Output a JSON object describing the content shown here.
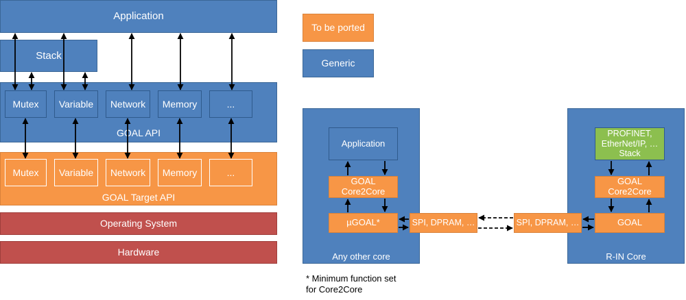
{
  "left": {
    "application": "Application",
    "stack": "Stack",
    "goal_api": {
      "label": "GOAL API",
      "items": [
        "Mutex",
        "Variable",
        "Network",
        "Memory",
        "..."
      ]
    },
    "goal_target_api": {
      "label": "GOAL Target API",
      "items": [
        "Mutex",
        "Variable",
        "Network",
        "Memory",
        "..."
      ]
    },
    "operating_system": "Operating System",
    "hardware": "Hardware"
  },
  "legend": {
    "to_be_ported": "To be ported",
    "generic": "Generic"
  },
  "other_core": {
    "label": "Any other core",
    "application": "Application",
    "goal_core2core": "GOAL Core2Core",
    "ugoal": "µGOAL*",
    "bus": "SPI, DPRAM, …"
  },
  "rin_core": {
    "label": "R-IN Core",
    "stack": "PROFINET, EtherNet/IP, … Stack",
    "goal_core2core": "GOAL Core2Core",
    "goal": "GOAL",
    "bus": "SPI, DPRAM, …"
  },
  "footnote": "* Minimum function set for Core2Core",
  "colors": {
    "generic_blue": "#4f81bd",
    "to_be_ported_orange": "#f79646",
    "os_hw_red": "#c0504d",
    "stack_green": "#8cbf4f"
  }
}
